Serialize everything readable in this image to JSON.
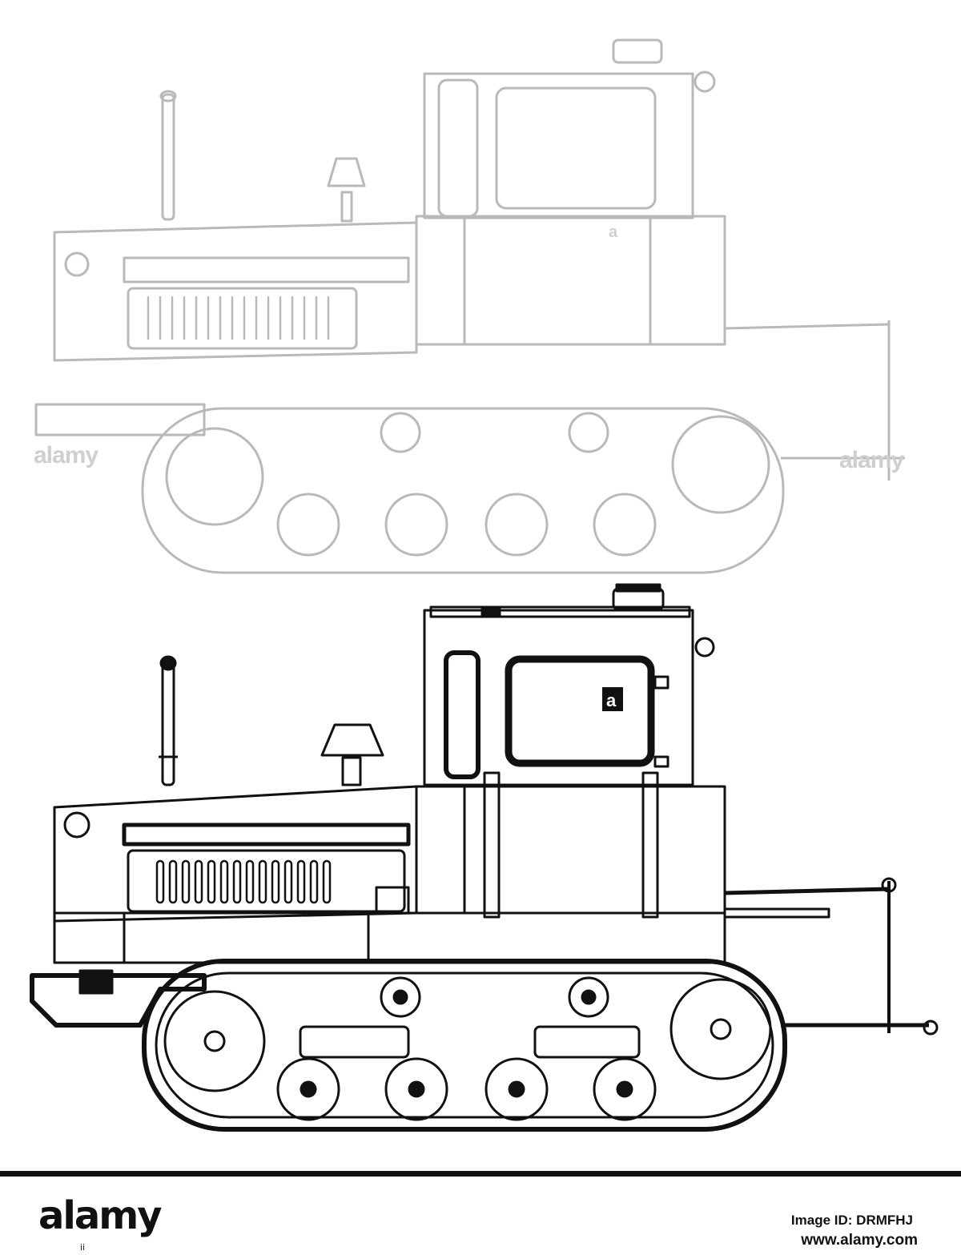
{
  "image": {
    "subject": "Crawler tractor",
    "views": 2,
    "colors": {
      "outline_faded": "#b9b9b9",
      "outline_dark": "#111111",
      "background": "#ffffff"
    }
  },
  "watermarks": {
    "top_left_fragment": "alamy",
    "top_right_fragment": "alamy",
    "cab_marker_upper": "a",
    "cab_marker_lower": "a"
  },
  "footer": {
    "brand": "alamy",
    "brand_sub": "ii",
    "image_id": "Image ID: DRMFHJ",
    "site": "www.alamy.com"
  }
}
